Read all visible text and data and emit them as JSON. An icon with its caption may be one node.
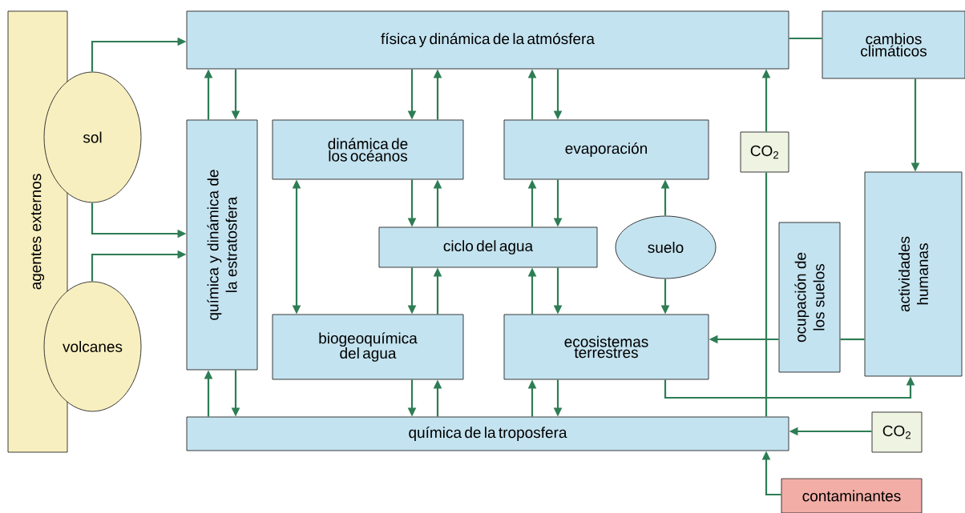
{
  "diagram": {
    "nodes": [
      {
        "text": [
          "agentes externos"
        ]
      },
      {
        "text": [
          "sol"
        ]
      },
      {
        "text": [
          "volcanes"
        ]
      },
      {
        "text": [
          "física y dinámica de la atmósfera"
        ]
      },
      {
        "text": [
          "cambios climáticos"
        ]
      },
      {
        "text": [
          "química y dinámica de la estratosfera"
        ]
      },
      {
        "text": [
          "dinámica de los océanos"
        ]
      },
      {
        "text": [
          "evaporación"
        ]
      },
      {
        "text": [
          "CO$_{2}$"
        ]
      },
      {
        "text": [
          "ciclo del agua"
        ]
      },
      {
        "text": [
          "suelo"
        ]
      },
      {
        "text": [
          "ocupación de los suelos"
        ]
      },
      {
        "text": [
          "actividades humanas"
        ]
      },
      {
        "text": [
          "biogeoquímica del agua"
        ]
      },
      {
        "text": [
          "ecosistemas terrestres"
        ]
      },
      {
        "text": [
          "química de la troposfera"
        ]
      },
      {
        "text": [
          "CO$_{2}$"
        ]
      },
      {
        "text": [
          "contaminantes"
        ]
      }
    ],
    "edges": [
      {
        "from": 1,
        "to": 3,
        "arrow": "to"
      },
      {
        "from": 1,
        "to": 5,
        "arrow": "to"
      },
      {
        "from": 2,
        "to": 5,
        "arrow": "to"
      },
      {
        "from": 5,
        "to": 3,
        "arrow": "to"
      },
      {
        "from": 3,
        "to": 5,
        "arrow": "to"
      },
      {
        "from": 3,
        "to": 6,
        "arrow": "to"
      },
      {
        "from": 6,
        "to": 3,
        "arrow": "to"
      },
      {
        "from": 7,
        "to": 3,
        "arrow": "to"
      },
      {
        "from": 3,
        "to": 7,
        "arrow": "to"
      },
      {
        "from": 15,
        "to": 8,
        "arrow": "none"
      },
      {
        "from": 8,
        "to": 3,
        "arrow": "to"
      },
      {
        "from": 3,
        "to": 4,
        "arrow": "none"
      },
      {
        "from": 4,
        "to": 12,
        "arrow": "to"
      },
      {
        "from": 6,
        "to": 13,
        "arrow": "both"
      },
      {
        "from": 6,
        "to": 9,
        "arrow": "to"
      },
      {
        "from": 9,
        "to": 6,
        "arrow": "to"
      },
      {
        "from": 9,
        "to": 7,
        "arrow": "to"
      },
      {
        "from": 7,
        "to": 9,
        "arrow": "to"
      },
      {
        "from": 10,
        "to": 7,
        "arrow": "to"
      },
      {
        "from": 10,
        "to": 14,
        "arrow": "to"
      },
      {
        "from": 9,
        "to": 13,
        "arrow": "to"
      },
      {
        "from": 13,
        "to": 9,
        "arrow": "to"
      },
      {
        "from": 14,
        "to": 9,
        "arrow": "to"
      },
      {
        "from": 9,
        "to": 14,
        "arrow": "to"
      },
      {
        "from": 12,
        "to": 11,
        "arrow": "none"
      },
      {
        "from": 11,
        "to": 14,
        "arrow": "to"
      },
      {
        "from": 14,
        "to": 12,
        "arrow": "to"
      },
      {
        "from": 15,
        "to": 5,
        "arrow": "to"
      },
      {
        "from": 5,
        "to": 15,
        "arrow": "to"
      },
      {
        "from": 13,
        "to": 15,
        "arrow": "to"
      },
      {
        "from": 15,
        "to": 13,
        "arrow": "to"
      },
      {
        "from": 15,
        "to": 14,
        "arrow": "to"
      },
      {
        "from": 14,
        "to": 15,
        "arrow": "to"
      },
      {
        "from": 16,
        "to": 15,
        "arrow": "to"
      },
      {
        "from": 17,
        "to": 15,
        "arrow": "to"
      }
    ]
  }
}
